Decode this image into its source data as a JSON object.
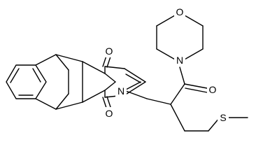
{
  "molecule": {
    "atoms": {
      "oxygen_morpholine": "O",
      "nitrogen_morpholine": "N",
      "oxygen_amide": "O",
      "nitrogen_imide": "N",
      "oxygen_imide_top": "O",
      "oxygen_imide_bottom": "O",
      "sulfur": "S"
    }
  },
  "colors": {
    "bond": "#000000",
    "label": "#000000",
    "background": "#ffffff"
  }
}
